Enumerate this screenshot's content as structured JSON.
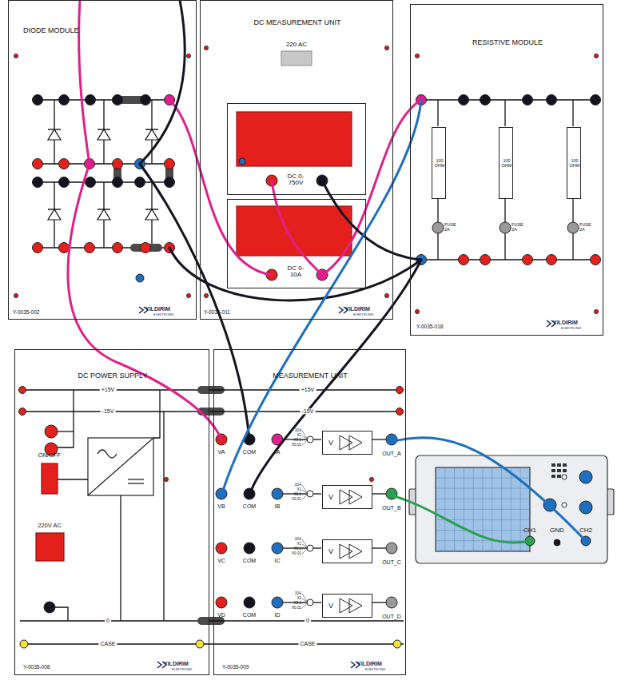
{
  "diagram": {
    "nodes": [
      {
        "text": [
          "DIODE MODULE",
          "Y-0035-002"
        ]
      },
      {
        "text": [
          "DC MEASUREMENT UNIT",
          "Y-0035-011"
        ]
      },
      {
        "text": [
          "DC 0-750V"
        ],
        "in": 1
      },
      {
        "text": [
          "DC 0-10A"
        ],
        "in": 1
      },
      {
        "text": [
          "RESISTIVE MODULE",
          "Y-0035-018"
        ]
      },
      {
        "text": [
          "100 OHM"
        ],
        "in": 4
      },
      {
        "text": [
          "100 OHM"
        ],
        "in": 4
      },
      {
        "text": [
          "100 OHM"
        ],
        "in": 4
      },
      {
        "text": [
          "DC POWER SUPPLY",
          "Y-0035-008"
        ]
      },
      {
        "text": [
          "MEASUREMENT UNIT",
          "Y-0035-009"
        ]
      },
      {
        "text": [
          "V"
        ],
        "in": 9
      },
      {
        "text": [
          "V"
        ],
        "in": 9
      },
      {
        "text": [
          "V"
        ],
        "in": 9
      },
      {
        "text": [
          "V"
        ],
        "in": 9
      }
    ],
    "labels": [
      "FUSE 2A",
      "FUSE 2A",
      "FUSE 2A",
      "220 AC",
      "+15V",
      "-15V",
      "ON/OFF",
      "220V AC",
      "0",
      "CASE",
      "+15V",
      "-15V",
      "VA",
      "COM",
      "IA",
      "VB",
      "COM",
      "IB",
      "VC",
      "COM",
      "IC",
      "VD",
      "COM",
      "ID",
      "10A",
      "X1",
      "X0.1",
      "X0.01",
      "10A",
      "X1",
      "X0.1",
      "X0.01",
      "10A",
      "X1",
      "X0.1",
      "X0.01",
      "10A",
      "X1",
      "X0.1",
      "X0.01",
      "OUT_A",
      "OUT_B",
      "OUT_C",
      "OUT_D",
      "0",
      "CASE",
      "CH1",
      "GND",
      "CH2",
      "YILDIRIM",
      "ELEKTRONIK",
      "YILDIRIM",
      "ELEKTRONIK",
      "YILDIRIM",
      "ELEKTRONIK",
      "YILDIRIM",
      "ELEKTRONIK",
      "YILDIRIM",
      "ELEKTRONIK"
    ]
  }
}
